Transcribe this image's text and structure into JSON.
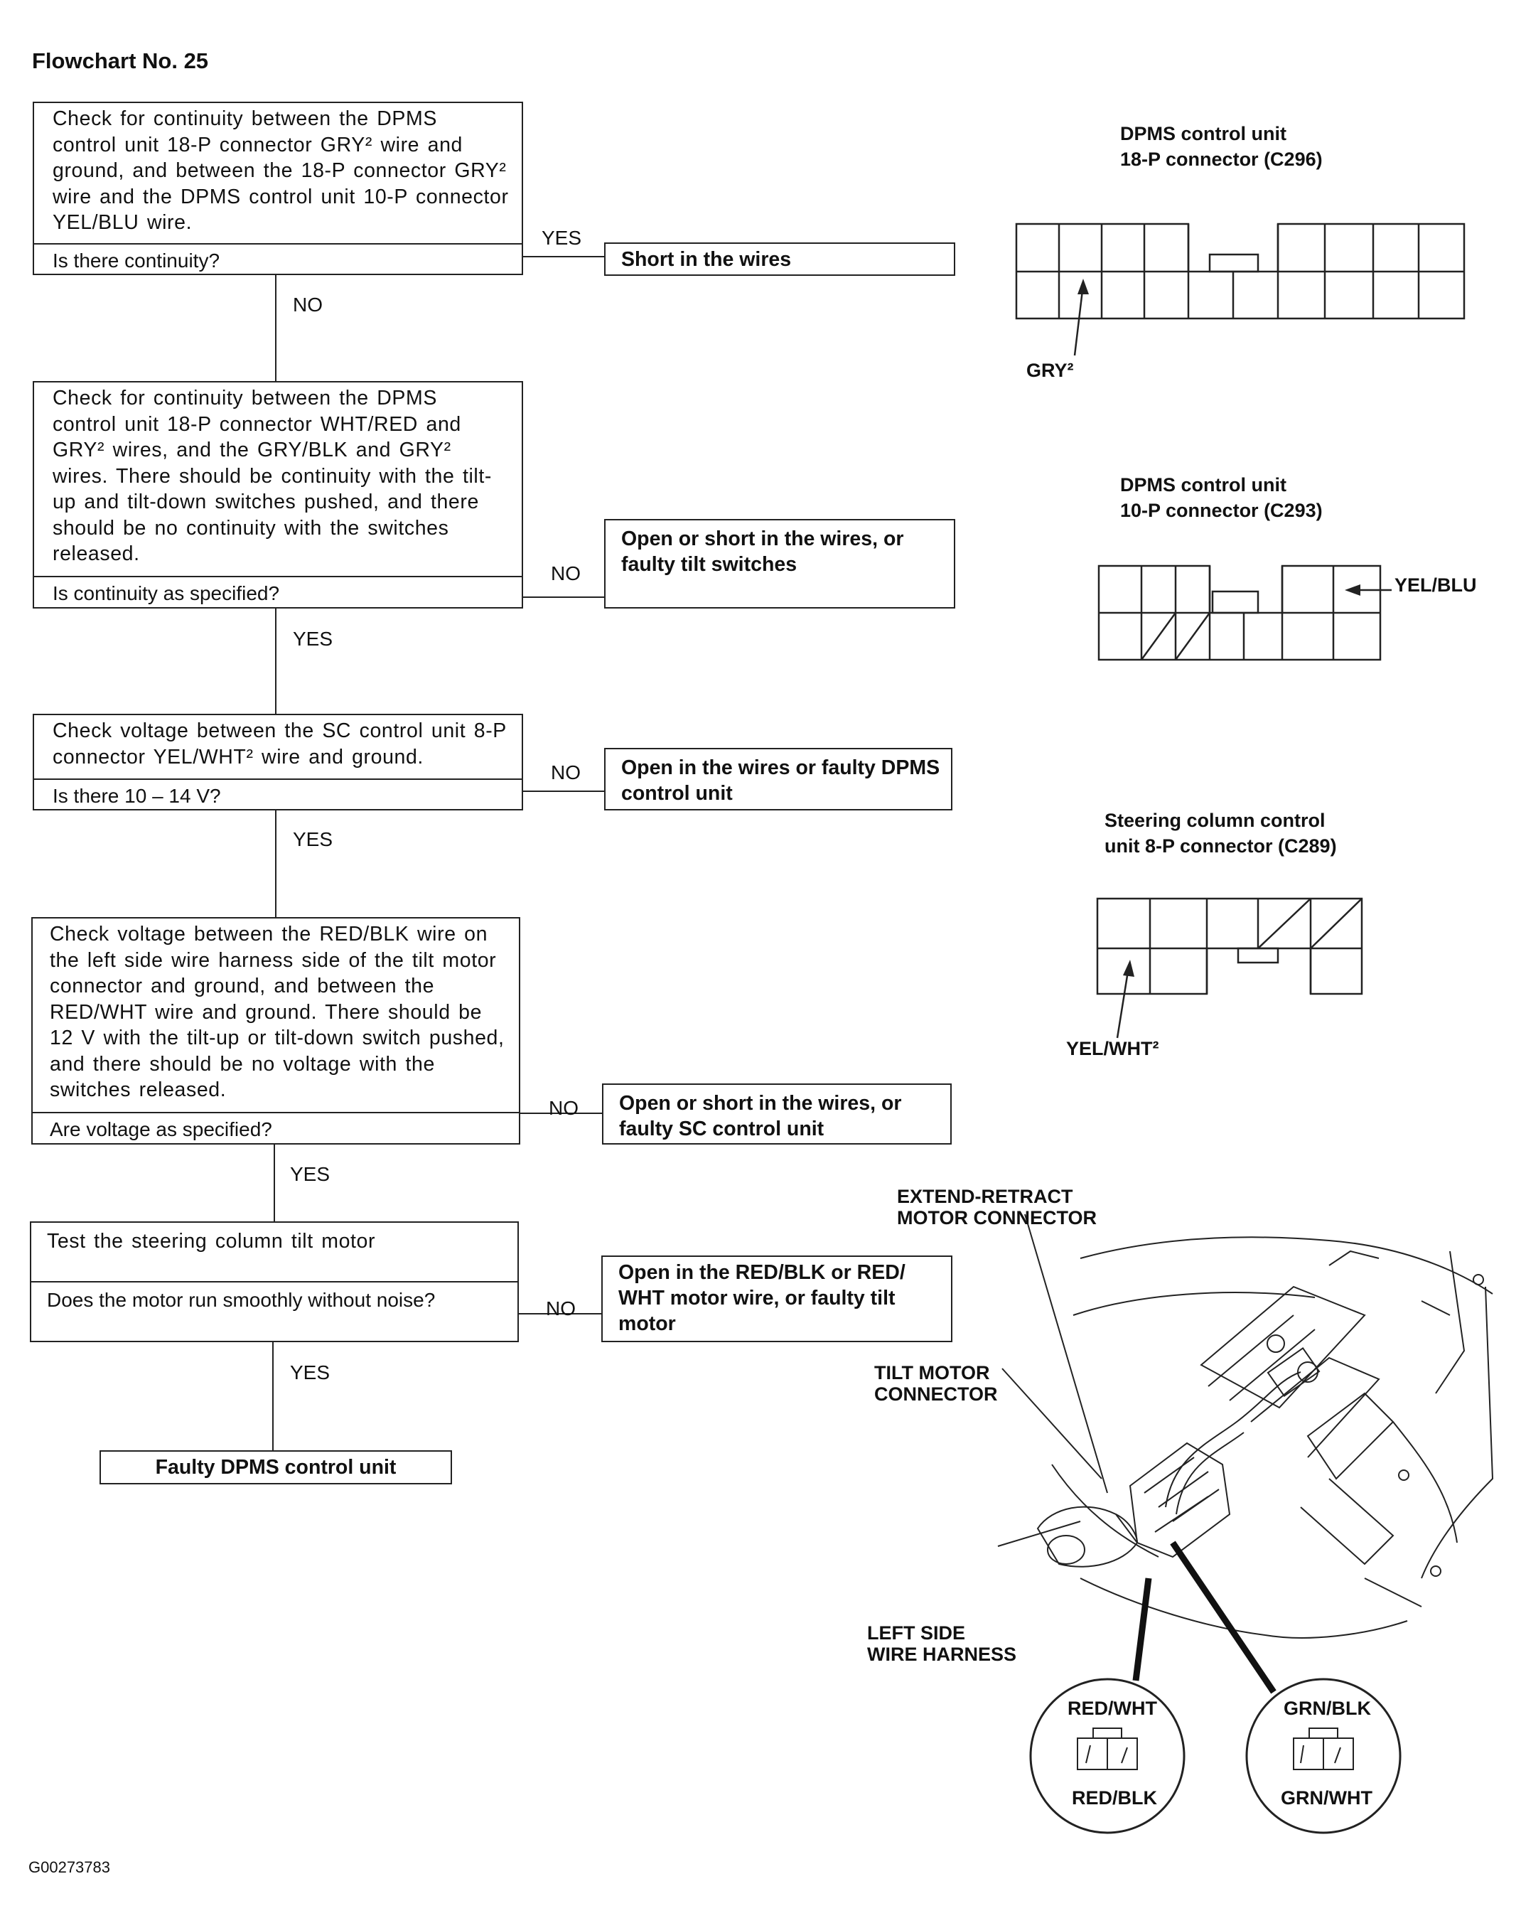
{
  "title": "Flowchart No. 25",
  "figure_id": "G00273783",
  "steps": [
    {
      "text": "Check for continuity between the DPMS control unit 18-P connector GRY² wire and ground, and between the 18-P connector GRY² wire and the DPMS control unit 10-P connector YEL/BLU wire.",
      "question": "Is there continuity?",
      "branch_label": "YES",
      "result": "Short in the wires",
      "down_label": "NO"
    },
    {
      "text": "Check for continuity between the DPMS control unit 18-P connector WHT/RED and GRY² wires, and the GRY/BLK and GRY² wires. There should be continuity with the tilt-up and tilt-down switches pushed, and there should be no continuity with the switches released.",
      "question": "Is continuity as specified?",
      "branch_label": "NO",
      "result": "Open or short in the wires, or faulty tilt switches",
      "down_label": "YES"
    },
    {
      "text": "Check voltage between the SC control unit 8-P connector YEL/WHT² wire and ground.",
      "question": "Is there 10 – 14 V?",
      "branch_label": "NO",
      "result": "Open in the wires or faulty DPMS control unit",
      "down_label": "YES"
    },
    {
      "text": "Check voltage between the RED/BLK wire on the left side wire harness side of the tilt motor connector and ground, and between the RED/WHT wire and ground. There should be 12 V with the tilt-up or tilt-down switch pushed, and there should be no voltage with the switches released.",
      "question": "Are voltage as specified?",
      "branch_label": "NO",
      "result": "Open or short in the wires, or faulty SC control unit",
      "down_label": "YES"
    },
    {
      "text": "Test the steering column tilt motor",
      "question": "Does the motor run smoothly without noise?",
      "branch_label": "NO",
      "result": "Open in the RED/BLK or RED/ WHT motor wire, or faulty tilt motor",
      "down_label": "YES"
    }
  ],
  "final_result": "Faulty DPMS control unit",
  "connectors": [
    {
      "title_line1": "DPMS control unit",
      "title_line2": "18-P connector (C296)",
      "wire": "GRY²"
    },
    {
      "title_line1": "DPMS control unit",
      "title_line2": "10-P connector (C293)",
      "wire": "YEL/BLU"
    },
    {
      "title_line1": "Steering column control",
      "title_line2": "unit 8-P connector (C289)",
      "wire": "YEL/WHT²"
    }
  ],
  "illustration": {
    "extend_retract_line1": "EXTEND-RETRACT",
    "extend_retract_line2": "MOTOR CONNECTOR",
    "tilt_motor_line1": "TILT MOTOR",
    "tilt_motor_line2": "CONNECTOR",
    "left_side_line1": "LEFT SIDE",
    "left_side_line2": "WIRE HARNESS",
    "left_circle_top": "RED/WHT",
    "left_circle_bottom": "RED/BLK",
    "right_circle_top": "GRN/BLK",
    "right_circle_bottom": "GRN/WHT"
  }
}
